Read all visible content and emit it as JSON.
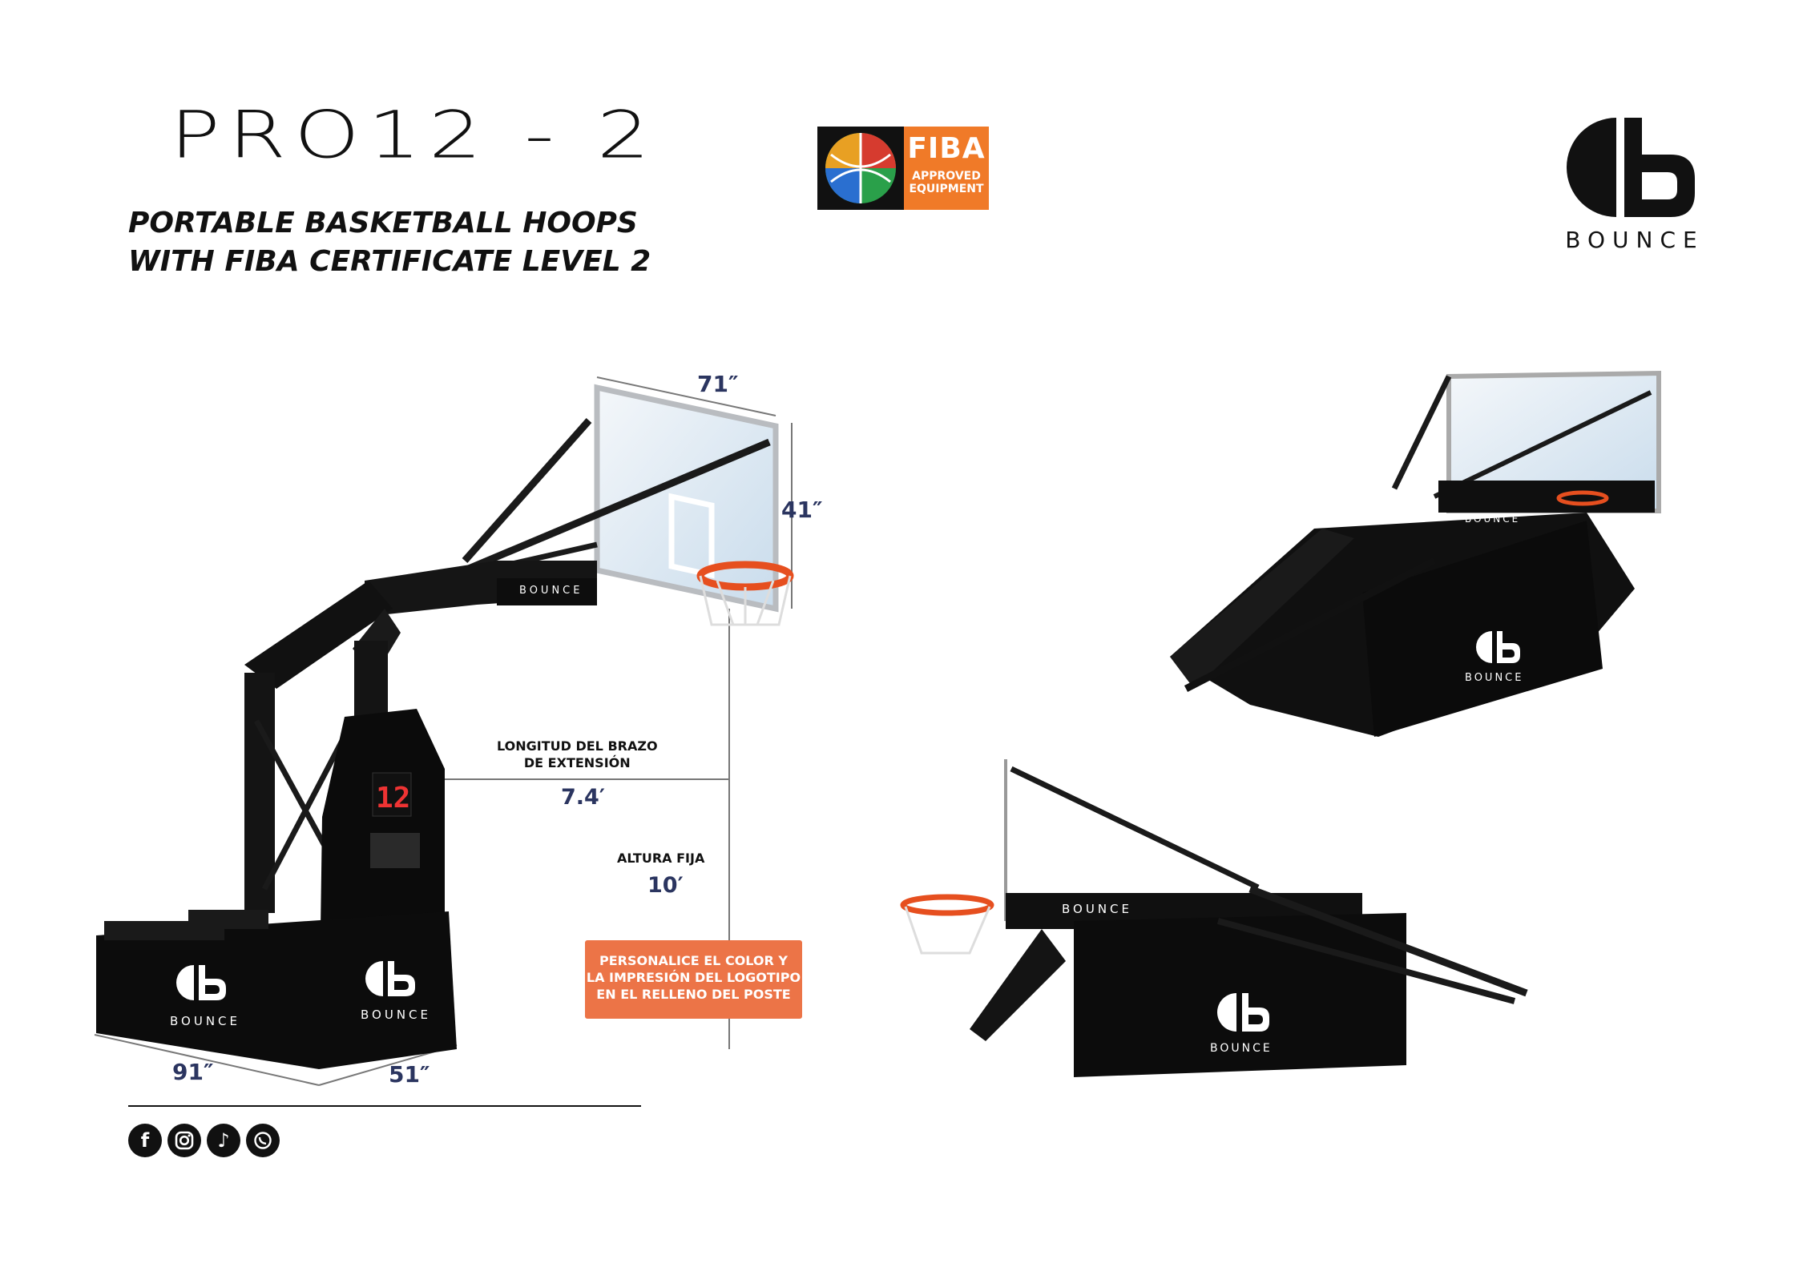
{
  "header": {
    "model": "PRO12 - 2",
    "subtitle_line1": "PORTABLE BASKETBALL HOOPS",
    "subtitle_line2": "WITH FIBA CERTIFICATE LEVEL 2"
  },
  "fiba_badge": {
    "word": "FIBA",
    "sub_line1": "APPROVED",
    "sub_line2": "EQUIPMENT",
    "accent": "#f07a28"
  },
  "brand": {
    "name": "BOUNCE",
    "color": "#111111"
  },
  "product": {
    "backboard_width": "71″",
    "backboard_height": "41″",
    "base_length": "91″",
    "base_width": "51″",
    "arm_caption_line1": "LONGITUD DEL BRAZO",
    "arm_caption_line2": "DE EXTENSIÓN",
    "arm_value": "7.4′",
    "height_caption": "ALTURA FIJA",
    "height_value": "10′",
    "shot_clock": "12",
    "arm_label": "BOUNCE",
    "pad_brand": "BOUNCE",
    "customize_line1": "PERSONALICE EL COLOR Y",
    "customize_line2": "LA IMPRESIÓN DEL LOGOTIPO",
    "customize_line3": "EN EL RELLENO DEL POSTE",
    "customize_color": "#ec7447"
  },
  "folded_views": {
    "top_arm_label": "BOUNCE",
    "top_pad_brand": "BOUNCE",
    "bottom_arm_label": "BOUNCE",
    "bottom_pad_brand": "BOUNCE"
  },
  "social": {
    "icons": [
      "facebook-icon",
      "instagram-icon",
      "tiktok-icon",
      "whatsapp-icon"
    ]
  }
}
